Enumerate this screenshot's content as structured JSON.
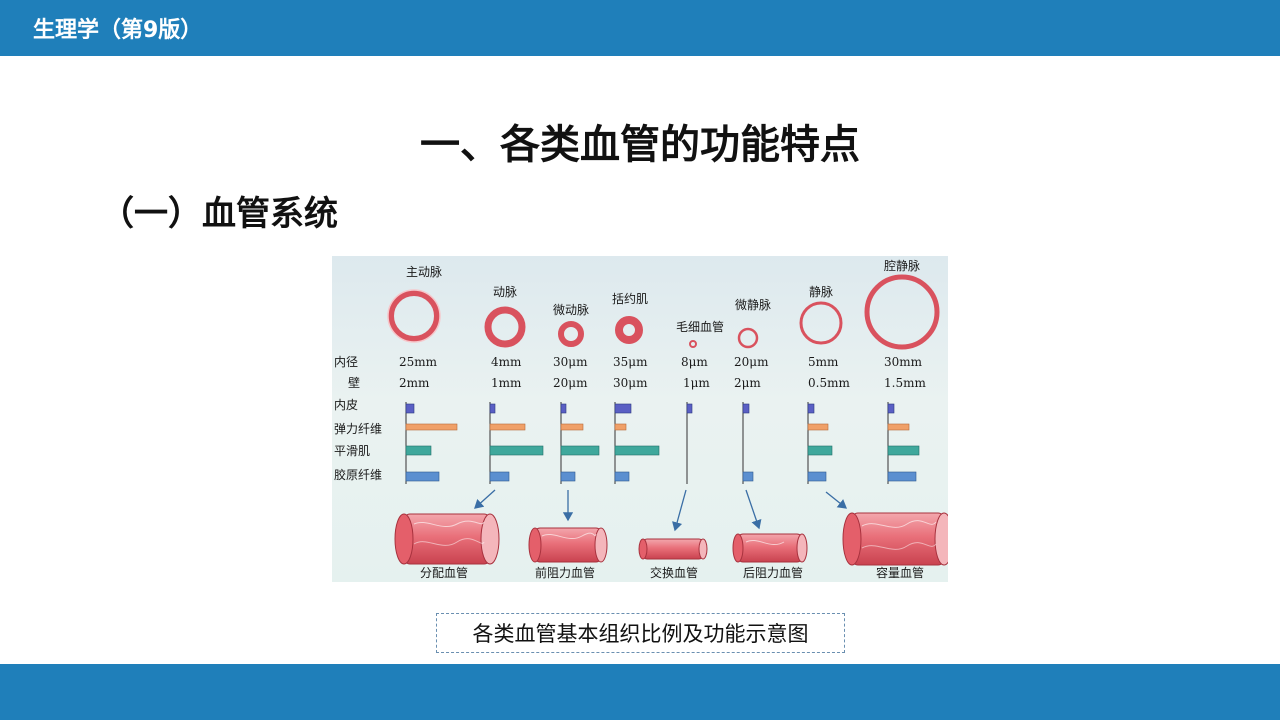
{
  "header": {
    "book_title": "生理学（第9版）"
  },
  "slide": {
    "main_title": "一、各类血管的功能特点",
    "section_title": "（一）血管系统",
    "caption": "各类血管基本组织比例及功能示意图"
  },
  "figure": {
    "row_labels": {
      "inner_diameter": "内径",
      "wall": "壁",
      "endothelium": "内皮",
      "elastic_fiber": "弹力纤维",
      "smooth_muscle": "平滑肌",
      "collagen_fiber": "胶原纤维"
    },
    "vessels": [
      {
        "name": "主动脉",
        "inner_diameter": "25mm",
        "wall": "2mm"
      },
      {
        "name": "动脉",
        "inner_diameter": "4mm",
        "wall": "1mm"
      },
      {
        "name": "微动脉",
        "inner_diameter": "30μm",
        "wall": "20μm"
      },
      {
        "name": "括约肌",
        "inner_diameter": "35μm",
        "wall": "30μm"
      },
      {
        "name": "毛细血管",
        "inner_diameter": "8μm",
        "wall": "1μm"
      },
      {
        "name": "微静脉",
        "inner_diameter": "20μm",
        "wall": "2μm"
      },
      {
        "name": "静脉",
        "inner_diameter": "5mm",
        "wall": "0.5mm"
      },
      {
        "name": "腔静脉",
        "inner_diameter": "30mm",
        "wall": "1.5mm"
      }
    ],
    "function_labels": [
      "分配血管",
      "前阻力血管",
      "交换血管",
      "后阻力血管",
      "容量血管"
    ],
    "colors": {
      "endothelium": "#5a5fc4",
      "elastic_fiber": "#f0a068",
      "smooth_muscle": "#3fa89c",
      "collagen_fiber": "#5b8fd0",
      "vessel_red": "#d9525e",
      "vessel_light": "#f6c7cb",
      "arrow": "#3a6ea5"
    }
  }
}
